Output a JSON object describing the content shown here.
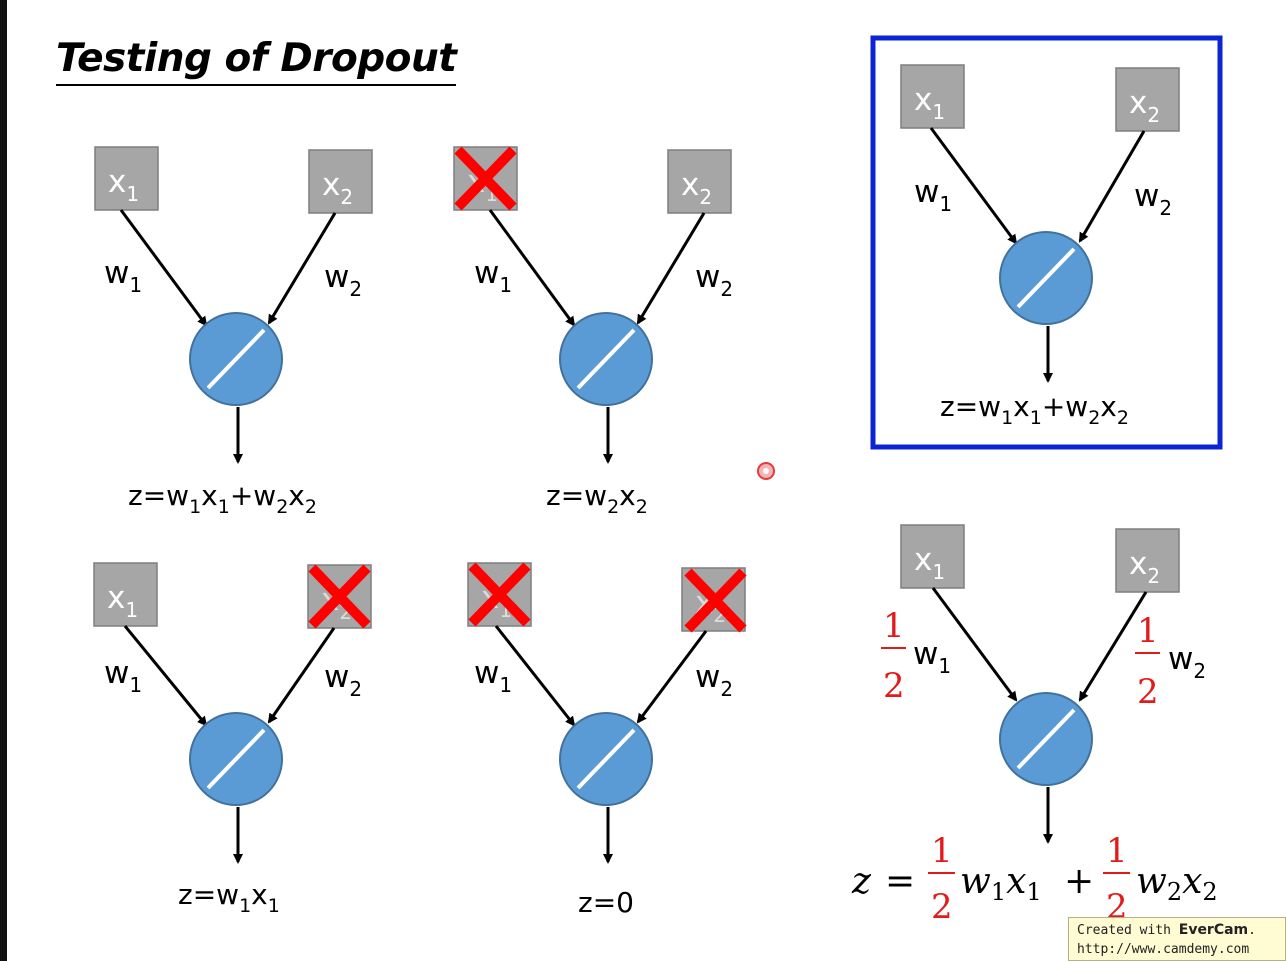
{
  "title": "Testing of Dropout",
  "symbols": {
    "x": "x",
    "w": "w",
    "one": "1",
    "two": "2"
  },
  "equations": {
    "both": {
      "lhs": "z=w",
      "p1": "x",
      "p2": "+w",
      "p3": "x"
    },
    "x1_dropped": {
      "lhs": "z=w",
      "p1": "x"
    },
    "x2_dropped": {
      "lhs": "z=w",
      "p1": "x"
    },
    "all_dropped": "z=0",
    "scaled": {
      "z": "z",
      "eq": "=",
      "plus": "+"
    }
  },
  "fraction": {
    "numerator": "1",
    "denominator": "2"
  },
  "watermark": {
    "prefix": "Created with ",
    "brand": "EverCam",
    "suffix": ".",
    "url": "http://www.camdemy.com"
  },
  "colors": {
    "neuron": "#5b9bd5",
    "input_box": "#a6a6a6",
    "drop_mark": "#ff0000",
    "highlight_frame": "#0b24d4",
    "fraction_text": "#e31a1a"
  },
  "icons": {
    "drop_mark": "red-x-icon",
    "activation": "linear-activation-icon"
  }
}
